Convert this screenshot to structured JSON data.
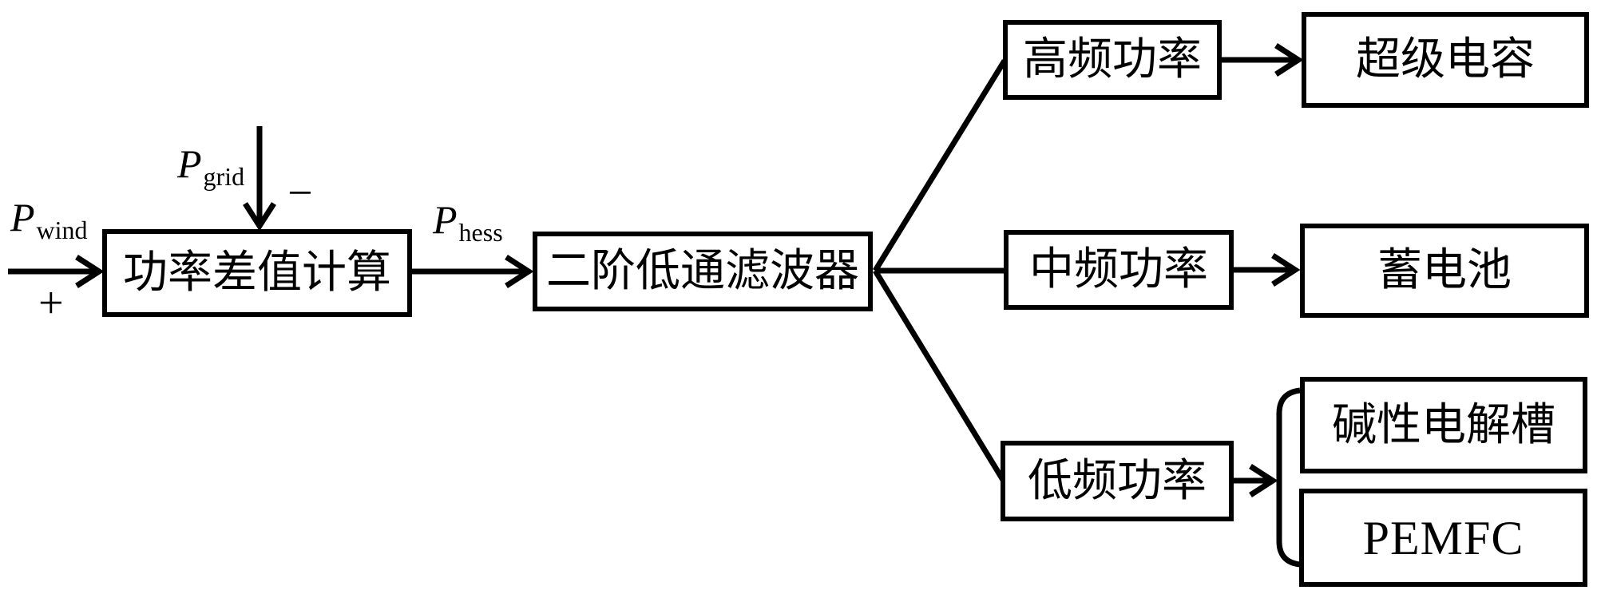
{
  "diagram": {
    "title": "wind-hydrogen hybrid energy storage power allocation diagram",
    "colors": {
      "line": "#000000",
      "background": "#ffffff"
    },
    "signals": {
      "p_wind": {
        "base": "P",
        "sub": "wind"
      },
      "p_grid": {
        "base": "P",
        "sub": "grid"
      },
      "p_hess": {
        "base": "P",
        "sub": "hess"
      },
      "plus": "+",
      "minus": "−"
    },
    "nodes": {
      "power_diff": "功率差值计算",
      "lpf": "二阶低通滤波器",
      "high_freq": "高频功率",
      "mid_freq": "中频功率",
      "low_freq": "低频功率",
      "supercap": "超级电容",
      "battery": "蓄电池",
      "alkaline": "碱性电解槽",
      "pemfc": "PEMFC"
    }
  }
}
